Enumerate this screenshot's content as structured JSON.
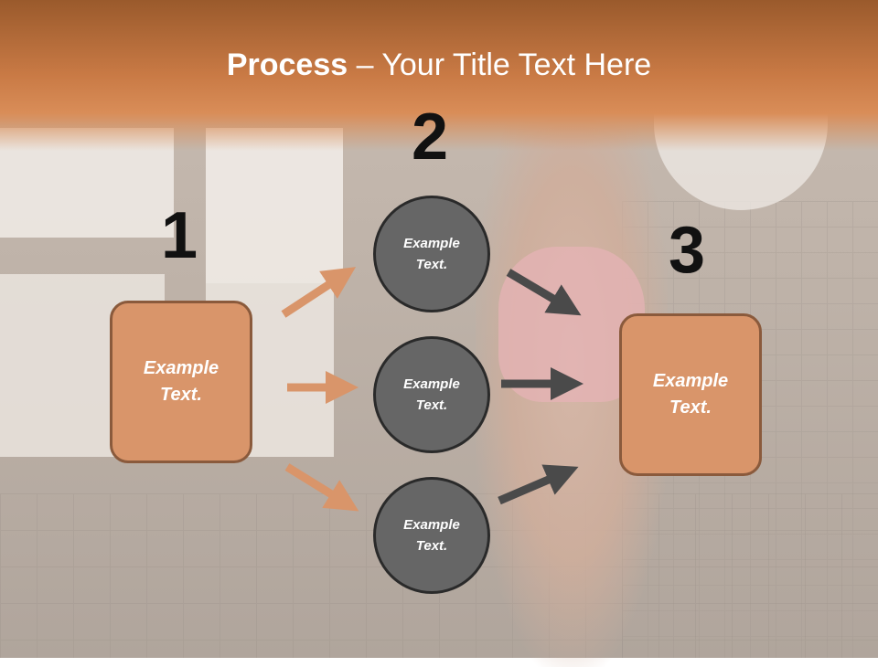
{
  "title": {
    "bold": "Process",
    "rest": " – Your Title Text Here"
  },
  "steps": {
    "one": "1",
    "two": "2",
    "three": "3"
  },
  "left_box": {
    "text": "Example\nText."
  },
  "right_box": {
    "text": "Example\nText."
  },
  "circles": [
    {
      "text": "Example\nText."
    },
    {
      "text": "Example\nText."
    },
    {
      "text": "Example\nText."
    }
  ],
  "colors": {
    "accent": "#d9956a",
    "circle": "#666666",
    "header": "#c97a45"
  }
}
